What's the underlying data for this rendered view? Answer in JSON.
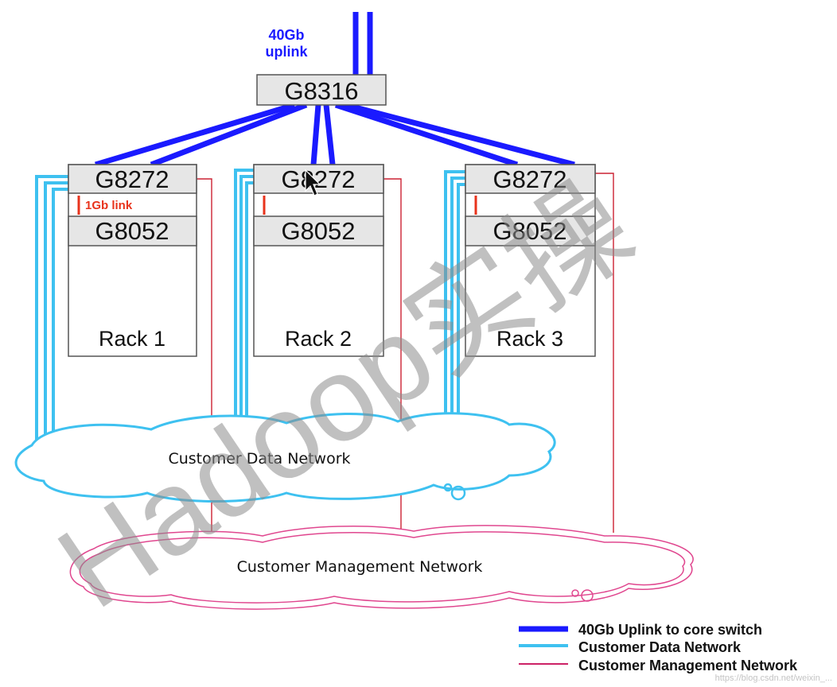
{
  "uplink": {
    "line1": "40Gb",
    "line2": "uplink"
  },
  "core_switch": {
    "label": "G8316"
  },
  "racks": [
    {
      "name": "Rack 1",
      "tor": "G8272",
      "mgmt": "G8052",
      "link_label": "1Gb link"
    },
    {
      "name": "Rack 2",
      "tor": "G8272",
      "mgmt": "G8052",
      "link_label": ""
    },
    {
      "name": "Rack 3",
      "tor": "G8272",
      "mgmt": "G8052",
      "link_label": ""
    }
  ],
  "networks": {
    "data": "Customer Data Network",
    "management": "Customer Management Network"
  },
  "legend": [
    {
      "label": "40Gb Uplink to core switch",
      "color": "#1a1aff"
    },
    {
      "label": "Customer Data Network",
      "color": "#3ec1f0"
    },
    {
      "label": "Customer Management Network",
      "color": "#cc2266"
    }
  ],
  "watermark": "Hadoop实操",
  "credit": "https://blog.csdn.net/weixin_...",
  "colors": {
    "uplink": "#1a1aff",
    "data": "#3ec1f0",
    "mgmt_cloud": "#e0478f",
    "mgmt_line": "#cc2233",
    "onegb": "#e8331c"
  }
}
